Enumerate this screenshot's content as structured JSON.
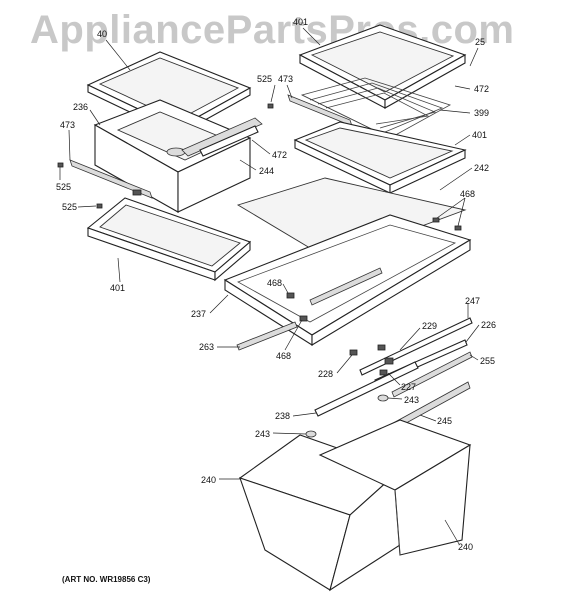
{
  "watermark": "AppliancePartsPros.com",
  "art_number": "(ART NO. WR19856 C3)",
  "callouts": [
    {
      "id": "c401a",
      "text": "401"
    },
    {
      "id": "c25",
      "text": "25"
    },
    {
      "id": "c40",
      "text": "40"
    },
    {
      "id": "c525a",
      "text": "525"
    },
    {
      "id": "c473a",
      "text": "473"
    },
    {
      "id": "c472a",
      "text": "472"
    },
    {
      "id": "c236",
      "text": "236"
    },
    {
      "id": "c399",
      "text": "399"
    },
    {
      "id": "c473b",
      "text": "473"
    },
    {
      "id": "c472b",
      "text": "472"
    },
    {
      "id": "c401b",
      "text": "401"
    },
    {
      "id": "c525b",
      "text": "525"
    },
    {
      "id": "c244",
      "text": "244"
    },
    {
      "id": "c242",
      "text": "242"
    },
    {
      "id": "c525c",
      "text": "525"
    },
    {
      "id": "c468a",
      "text": "468"
    },
    {
      "id": "c401c",
      "text": "401"
    },
    {
      "id": "c468b",
      "text": "468"
    },
    {
      "id": "c237",
      "text": "237"
    },
    {
      "id": "c247",
      "text": "247"
    },
    {
      "id": "c229",
      "text": "229"
    },
    {
      "id": "c226",
      "text": "226"
    },
    {
      "id": "c263",
      "text": "263"
    },
    {
      "id": "c468c",
      "text": "468"
    },
    {
      "id": "c255",
      "text": "255"
    },
    {
      "id": "c228",
      "text": "228"
    },
    {
      "id": "c227",
      "text": "227"
    },
    {
      "id": "c243a",
      "text": "243"
    },
    {
      "id": "c238",
      "text": "238"
    },
    {
      "id": "c245",
      "text": "245"
    },
    {
      "id": "c243b",
      "text": "243"
    },
    {
      "id": "c240a",
      "text": "240"
    },
    {
      "id": "c240b",
      "text": "240"
    }
  ]
}
